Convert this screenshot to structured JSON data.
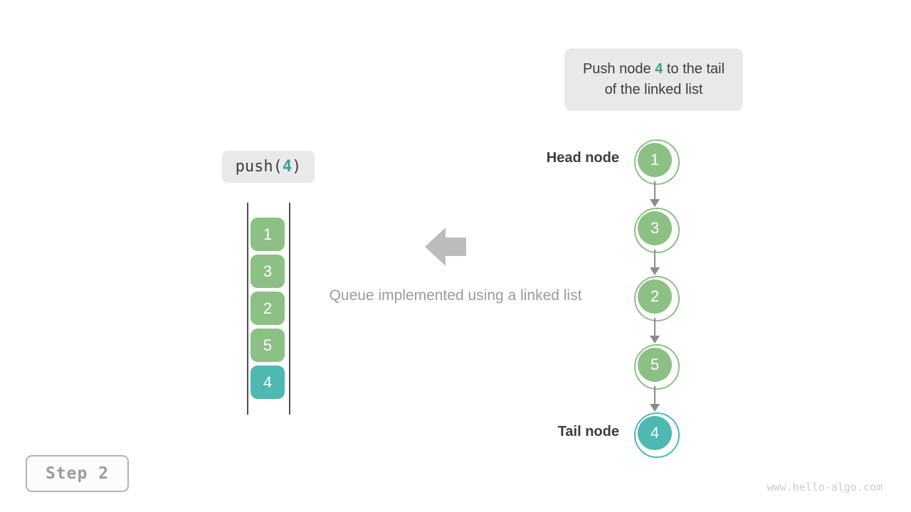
{
  "colors": {
    "node_green": "#8cc084",
    "node_teal": "#4db9b0",
    "accent_text": "#3d9f93",
    "bubble_bg": "#e9e9e9",
    "arrow_gray": "#bcbcbc",
    "link_gray": "#8a8a8a"
  },
  "tooltip": {
    "text_before": "Push node ",
    "highlight": "4",
    "text_after": " to the tail of the linked list"
  },
  "operation": {
    "prefix": "push(",
    "arg": "4",
    "suffix": ")"
  },
  "stack": {
    "items": [
      {
        "value": "1",
        "color": "#8cc084"
      },
      {
        "value": "3",
        "color": "#8cc084"
      },
      {
        "value": "2",
        "color": "#8cc084"
      },
      {
        "value": "5",
        "color": "#8cc084"
      },
      {
        "value": "4",
        "color": "#4db9b0"
      }
    ]
  },
  "caption": "Queue implemented using a linked list",
  "linked_list": {
    "head_label": "Head node",
    "tail_label": "Tail node",
    "nodes": [
      {
        "value": "1",
        "color": "#8cc084"
      },
      {
        "value": "3",
        "color": "#8cc084"
      },
      {
        "value": "2",
        "color": "#8cc084"
      },
      {
        "value": "5",
        "color": "#8cc084"
      },
      {
        "value": "4",
        "color": "#4db9b0"
      }
    ]
  },
  "step_badge": "Step 2",
  "watermark": "www.hello-algo.com"
}
